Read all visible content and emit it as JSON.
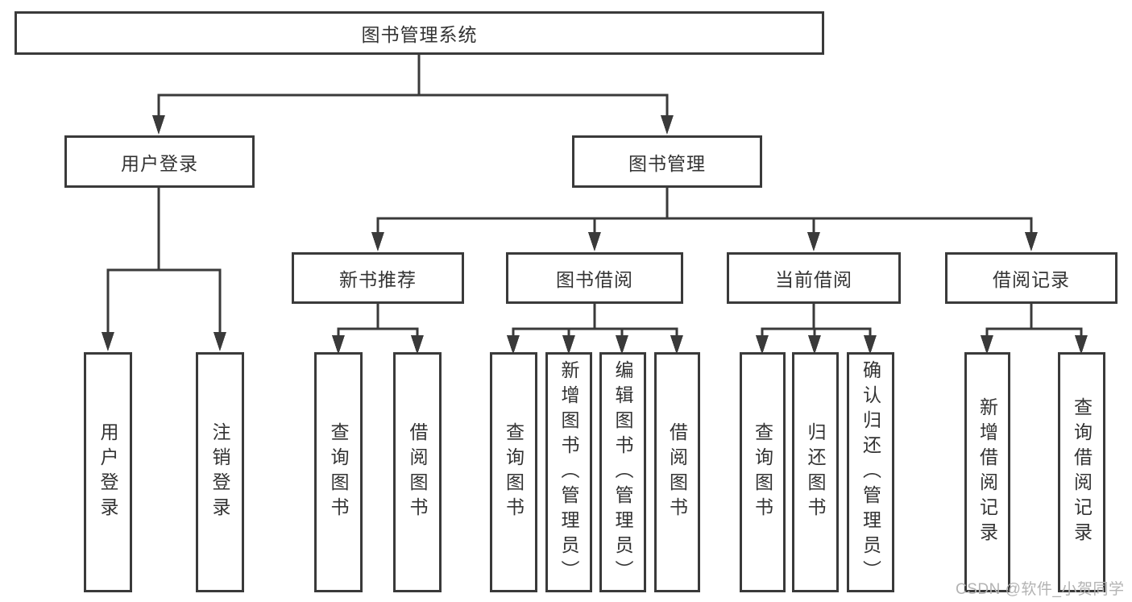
{
  "diagram": {
    "root": {
      "label": "图书管理系统"
    },
    "branches": [
      {
        "label": "用户登录",
        "children": [
          {
            "label": "用户登录"
          },
          {
            "label": "注销登录"
          }
        ]
      },
      {
        "label": "图书管理",
        "children": [
          {
            "label": "新书推荐",
            "children": [
              {
                "label": "查询图书"
              },
              {
                "label": "借阅图书"
              }
            ]
          },
          {
            "label": "图书借阅",
            "children": [
              {
                "label": "查询图书"
              },
              {
                "label": "新增图书（管理员）"
              },
              {
                "label": "编辑图书（管理员）"
              },
              {
                "label": "借阅图书"
              }
            ]
          },
          {
            "label": "当前借阅",
            "children": [
              {
                "label": "查询图书"
              },
              {
                "label": "归还图书"
              },
              {
                "label": "确认归还（管理员）"
              }
            ]
          },
          {
            "label": "借阅记录",
            "children": [
              {
                "label": "新增借阅记录"
              },
              {
                "label": "查询借阅记录"
              }
            ]
          }
        ]
      }
    ],
    "watermark": "CSDN @软件_小贺同学",
    "colors": {
      "line": "#3a3a3a",
      "text": "#333333",
      "watermark": "#b3b3b3",
      "background": "#ffffff"
    }
  }
}
